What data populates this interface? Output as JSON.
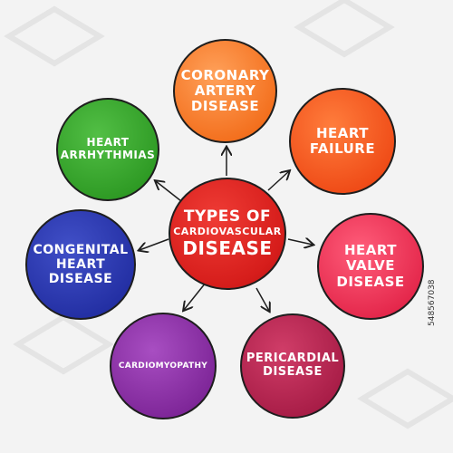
{
  "diagram": {
    "center": {
      "label": "TYPES OF CARDIOVASCULAR DISEASE",
      "line1": "TYPES OF",
      "line2": "CARDIOVASCULAR",
      "line3": "DISEASE",
      "color": "#d61d1b"
    },
    "nodes": [
      {
        "id": "coronary",
        "lines": [
          "CORONARY",
          "ARTERY",
          "DISEASE"
        ],
        "color": "#f36f1d"
      },
      {
        "id": "failure",
        "lines": [
          "HEART",
          "FAILURE"
        ],
        "color": "#ef4b17"
      },
      {
        "id": "valve",
        "lines": [
          "HEART",
          "VALVE",
          "DISEASE"
        ],
        "color": "#e4274b"
      },
      {
        "id": "pericardial",
        "lines": [
          "PERICARDIAL",
          "DISEASE"
        ],
        "color": "#a81d47"
      },
      {
        "id": "cardio",
        "lines": [
          "CARDIOMYOPATHY"
        ],
        "color": "#7e2698"
      },
      {
        "id": "congenital",
        "lines": [
          "CONGENITAL",
          "HEART",
          "DISEASE"
        ],
        "color": "#232fa3"
      },
      {
        "id": "arrhythmias",
        "lines": [
          "HEART",
          "ARRHYTHMIAS"
        ],
        "color": "#2e9a24"
      }
    ]
  },
  "watermark": {
    "side_id": "548567038"
  }
}
